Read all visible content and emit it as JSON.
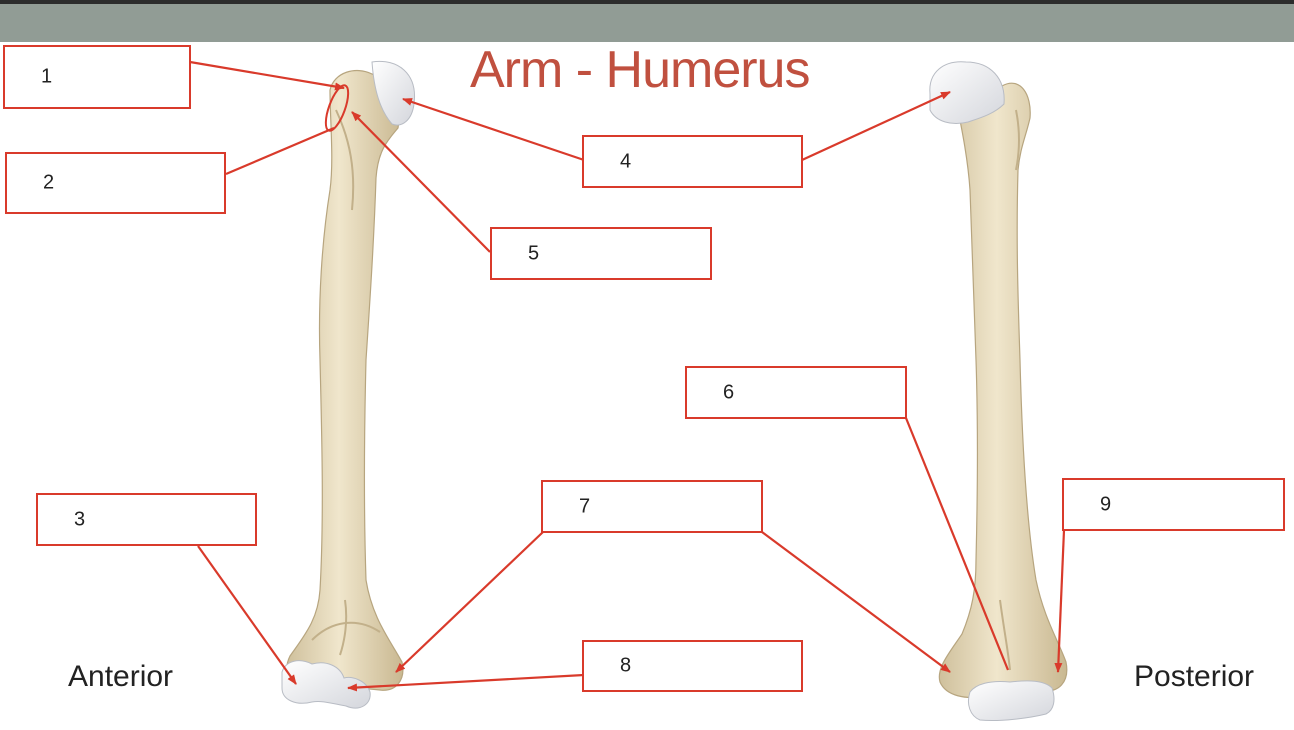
{
  "title": "Arm - Humerus",
  "views": {
    "anterior": "Anterior",
    "posterior": "Posterior"
  },
  "labels": [
    "1",
    "2",
    "3",
    "4",
    "5",
    "6",
    "7",
    "8",
    "9"
  ],
  "colors": {
    "title": "#c0503f",
    "leader": "#d93a2b",
    "bone": "#e8dcc0",
    "cartilage": "#f1f1f3",
    "header": "#919c95"
  }
}
